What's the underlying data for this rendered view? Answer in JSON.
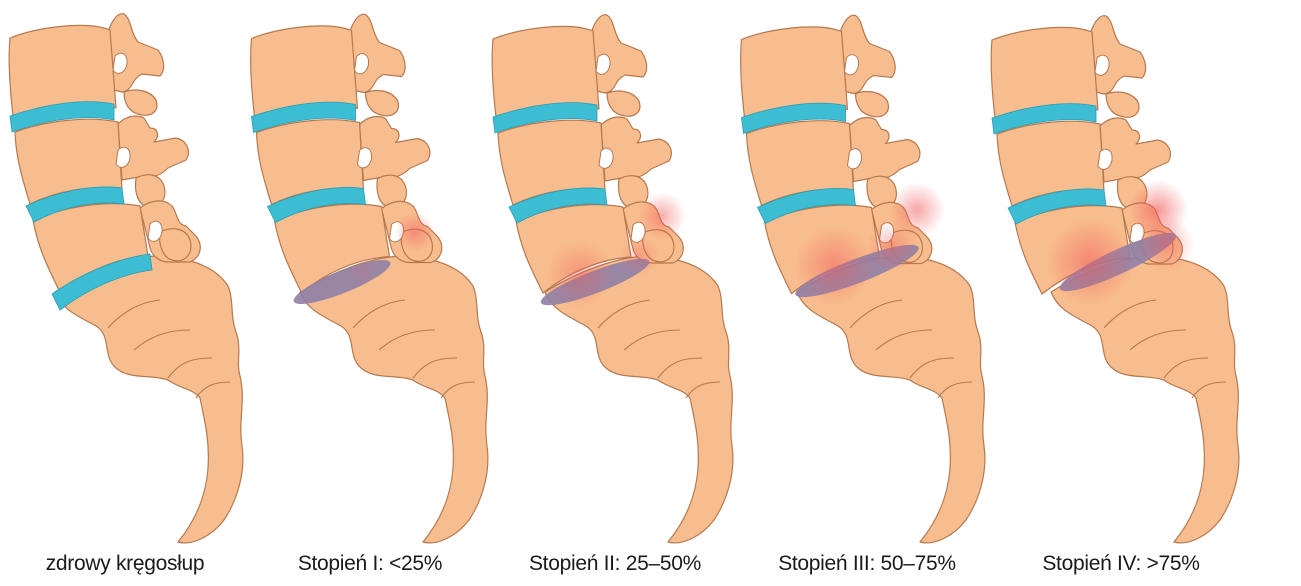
{
  "colors": {
    "bone_fill": "#F8BD8E",
    "bone_stroke": "#B5794F",
    "disc_fill": "#3DBDD3",
    "slip_disc_fill": "#8E80A6",
    "inflammation": "#F05A5A",
    "background": "#FFFFFF"
  },
  "panels": [
    {
      "caption": "zdrowy kręgosłup",
      "slip_grade": 0,
      "slip_range_percent": [
        0,
        0
      ]
    },
    {
      "caption": "Stopień I: <25%",
      "slip_grade": 1,
      "slip_range_percent": [
        0,
        25
      ]
    },
    {
      "caption": "Stopień II: 25–50%",
      "slip_grade": 2,
      "slip_range_percent": [
        25,
        50
      ]
    },
    {
      "caption": "Stopień III: 50–75%",
      "slip_grade": 3,
      "slip_range_percent": [
        50,
        75
      ]
    },
    {
      "caption": "Stopień IV: >75%",
      "slip_grade": 4,
      "slip_range_percent": [
        75,
        100
      ]
    }
  ]
}
